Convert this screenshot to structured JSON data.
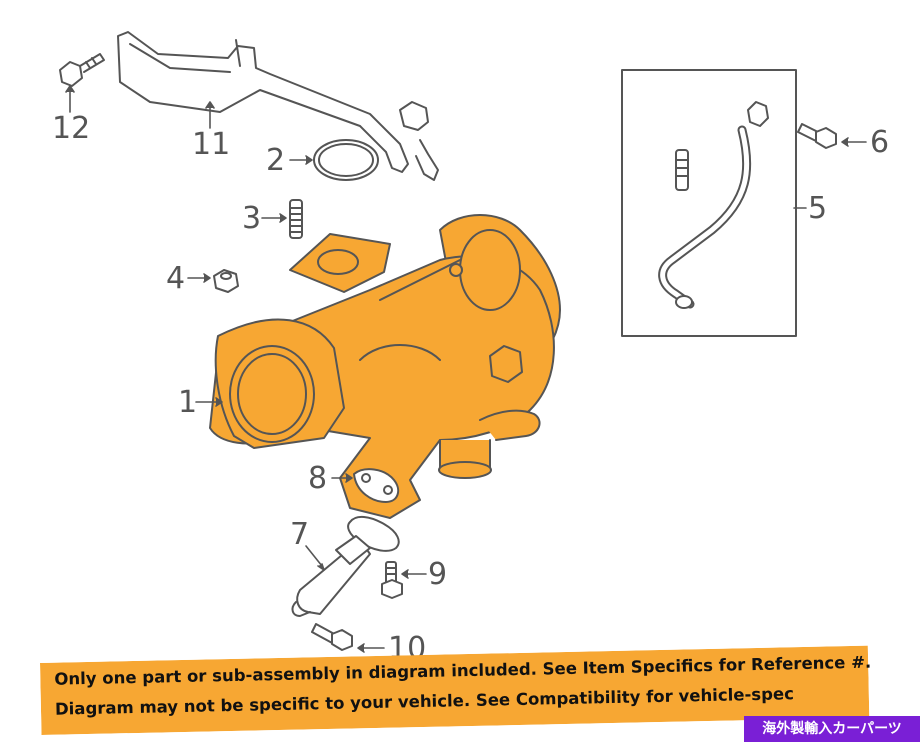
{
  "callouts": {
    "c1": "1",
    "c2": "2",
    "c3": "3",
    "c4": "4",
    "c5": "5",
    "c6": "6",
    "c7": "7",
    "c8": "8",
    "c9": "9",
    "c10": "10",
    "c11": "11",
    "c12": "12"
  },
  "notice": {
    "line1": "Only one part or sub-assembly in diagram included. See Item Specifics for Reference #.",
    "line2": "Diagram may not be specific to your vehicle. See Compatibility for vehicle-spec"
  },
  "badge": "海外製輸入カーパーツ",
  "colors": {
    "highlight_part": "#f7a733",
    "line_art": "#555555",
    "notice_bg": "#f7a733",
    "badge_bg": "#7a1fd6"
  }
}
